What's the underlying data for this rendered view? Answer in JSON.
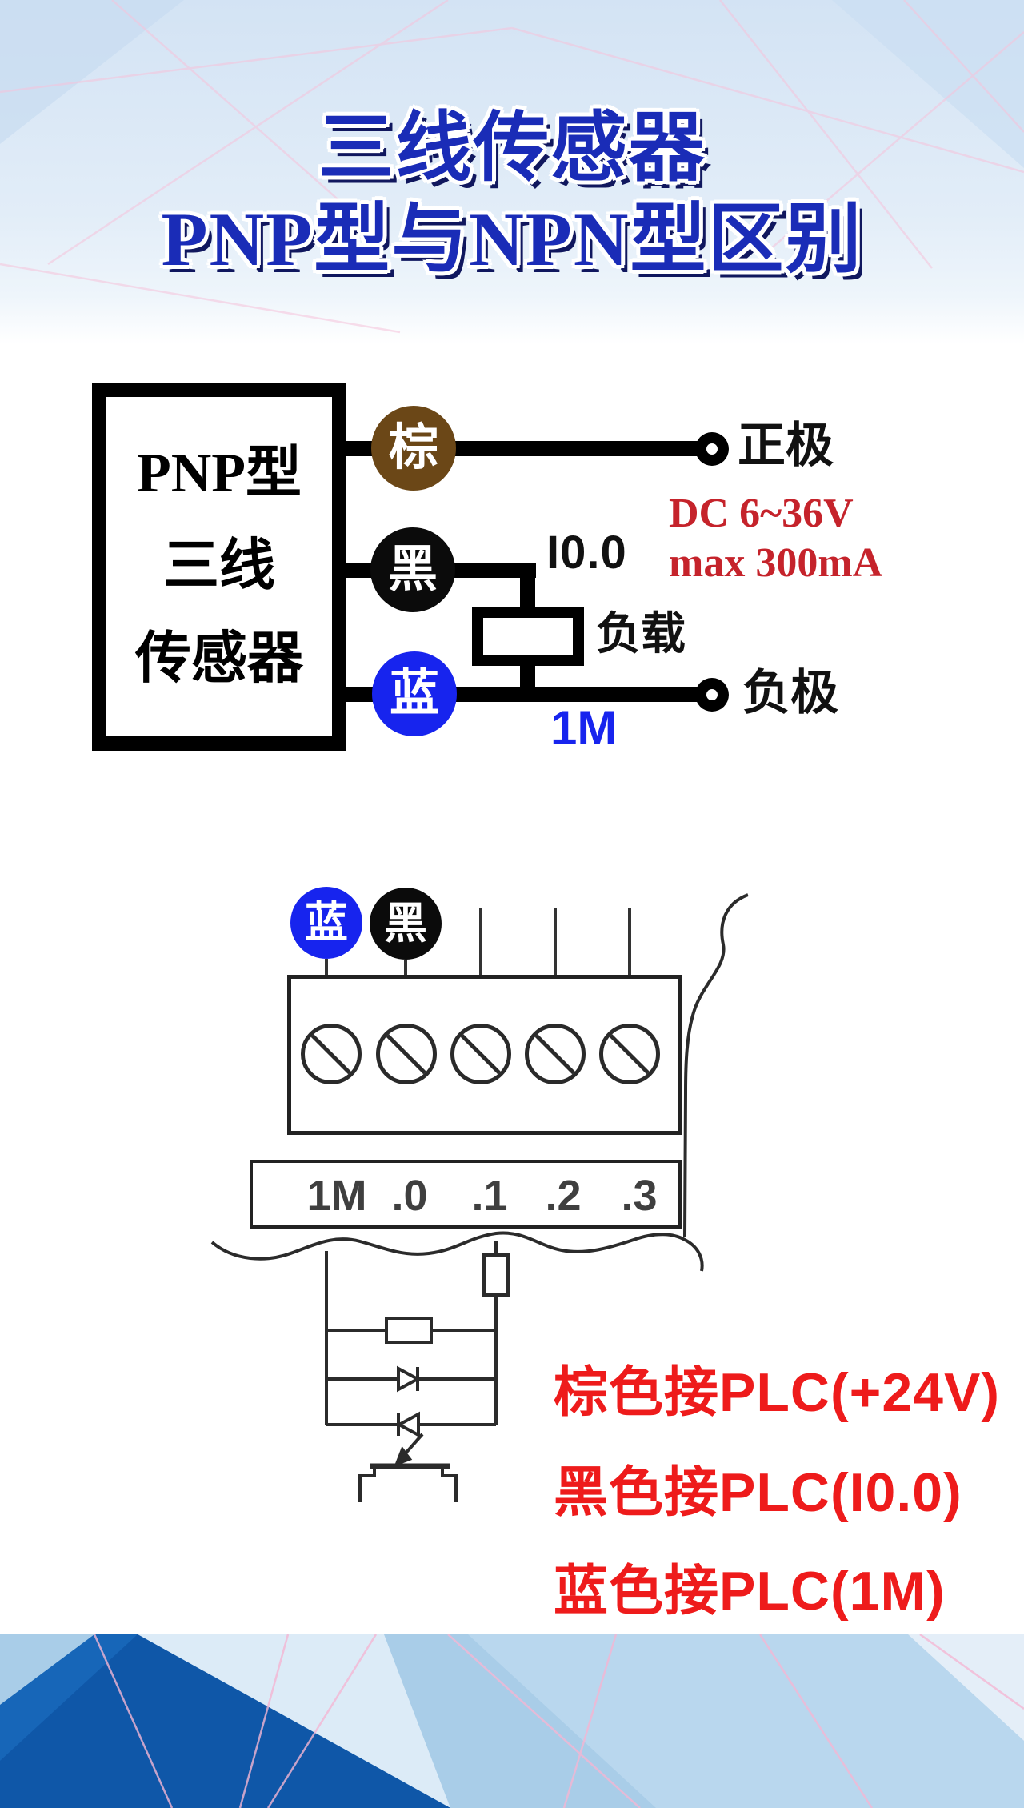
{
  "title": {
    "line1": "三线传感器",
    "line2": "PNP型与NPN型区别",
    "color": "#1a2cb7",
    "shadow_color": "#10175e"
  },
  "sensor": {
    "box_label_line1": "PNP型",
    "box_label_line2": "三线",
    "box_label_line3": "传感器",
    "badges": [
      {
        "id": "brown",
        "label": "棕",
        "color": "#6b4717"
      },
      {
        "id": "black",
        "label": "黑",
        "color": "#0b0b0b"
      },
      {
        "id": "blue",
        "label": "蓝",
        "color": "#1724ee"
      }
    ],
    "terminal_positive": "正极",
    "terminal_negative": "负极",
    "input_label": "I0.0",
    "load_label": "负载",
    "common_label": "1M",
    "common_color": "#1724ee",
    "spec_voltage": "DC 6~36V",
    "spec_current": "max 300mA",
    "spec_color": "#c5232b"
  },
  "plc": {
    "badge_blue": "蓝",
    "badge_black": "黑",
    "terminal_labels": [
      "1M",
      ".0",
      ".1",
      ".2",
      ".3"
    ]
  },
  "notes": {
    "color": "#ee1b1b",
    "line1": "棕色接PLC(+24V)",
    "line2": "黑色接PLC(I0.0)",
    "line3": "蓝色接PLC(1M)"
  }
}
